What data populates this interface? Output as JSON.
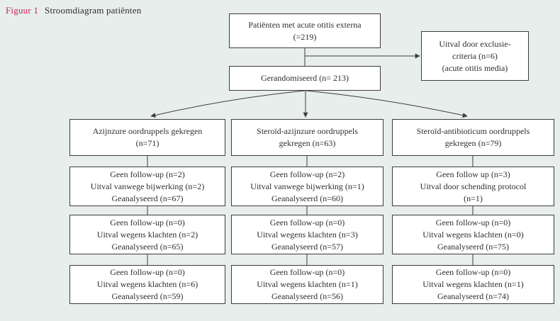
{
  "figure": {
    "label": "Figuur 1",
    "title": "Stroomdiagram patiënten"
  },
  "colors": {
    "background": "#e8eeec",
    "box-bg": "#ffffff",
    "line": "#3c3c3c",
    "text": "#2f2f2f",
    "accent": "#c32558"
  },
  "flow": {
    "patients": {
      "lines": [
        "Patiënten met acute otitis externa",
        "(=219)"
      ]
    },
    "exclusion": {
      "lines": [
        "Uitval door exclusie-",
        "criteria (n=6)",
        "(acute otitis media)"
      ]
    },
    "randomized": {
      "lines": [
        "Gerandomiseerd (n= 213)"
      ]
    },
    "columns": [
      {
        "header": [
          "Azijnzure oordruppels gekregen",
          "(n=71)"
        ],
        "rows": [
          [
            "Geen follow-up (n=2)",
            "Uitval vanwege bijwerking (n=2)",
            "Geanalyseerd (n=67)"
          ],
          [
            "Geen follow-up (n=0)",
            "Uitval wegens klachten (n=2)",
            "Geanalyseerd (n=65)"
          ],
          [
            "Geen follow-up (n=0)",
            "Uitval wegens klachten (n=6)",
            "Geanalyseerd (n=59)"
          ]
        ]
      },
      {
        "header": [
          "Steroïd-azijnzure oordruppels",
          "gekregen (n=63)"
        ],
        "rows": [
          [
            "Geen follow-up (n=2)",
            "Uitval vanwege bijwerking (n=1)",
            "Geanalyseerd (n=60)"
          ],
          [
            "Geen follow-up (n=0)",
            "Uitval wegens klachten (n=3)",
            "Geanalyseerd (n=57)"
          ],
          [
            "Geen follow-up (n=0)",
            "Uitval wegens klachten (n=1)",
            "Geanalyseerd (n=56)"
          ]
        ]
      },
      {
        "header": [
          "Steroïd-antibioticum oordruppels",
          "gekregen (n=79)"
        ],
        "rows": [
          [
            "Geen follow up (n=3)",
            "Uitval door schending protocol",
            "(n=1)"
          ],
          [
            "Geen follow-up (n=0)",
            "Uitval wegens klachten (n=0)",
            "Geanalyseerd (n=75)"
          ],
          [
            "Geen follow-up (n=0)",
            "Uitval wegens klachten (n=1)",
            "Geanalyseerd (n=74)"
          ]
        ]
      }
    ]
  }
}
